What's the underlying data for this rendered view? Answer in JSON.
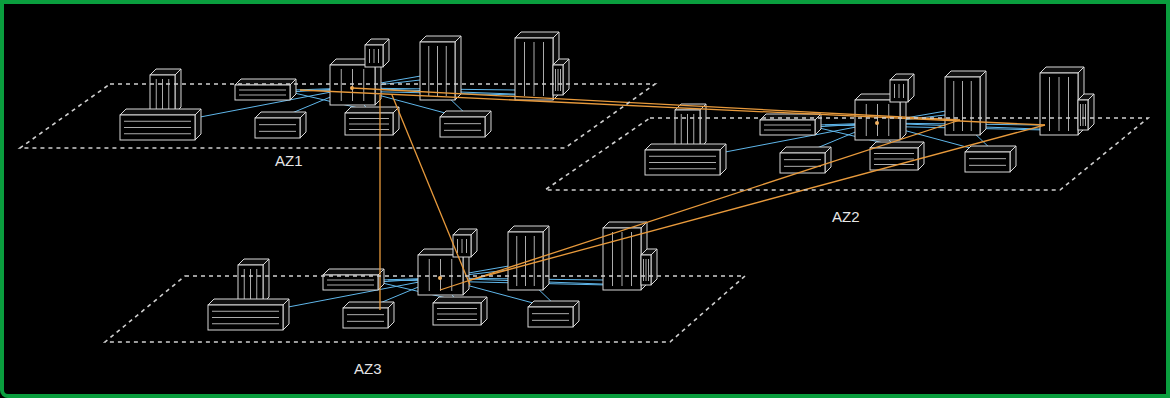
{
  "diagram": {
    "nodes": [
      {
        "text": [
          "AZ1"
        ]
      },
      {
        "text": [
          "AZ2"
        ]
      },
      {
        "text": [
          "AZ3"
        ]
      }
    ],
    "edges": [
      {
        "from": 0,
        "to": 1,
        "arrow": "none"
      },
      {
        "from": 0,
        "to": 1,
        "arrow": "none"
      },
      {
        "from": 0,
        "to": 2,
        "arrow": "none"
      },
      {
        "from": 0,
        "to": 2,
        "arrow": "none"
      },
      {
        "from": 1,
        "to": 2,
        "arrow": "none"
      },
      {
        "from": 1,
        "to": 2,
        "arrow": "none"
      }
    ]
  }
}
